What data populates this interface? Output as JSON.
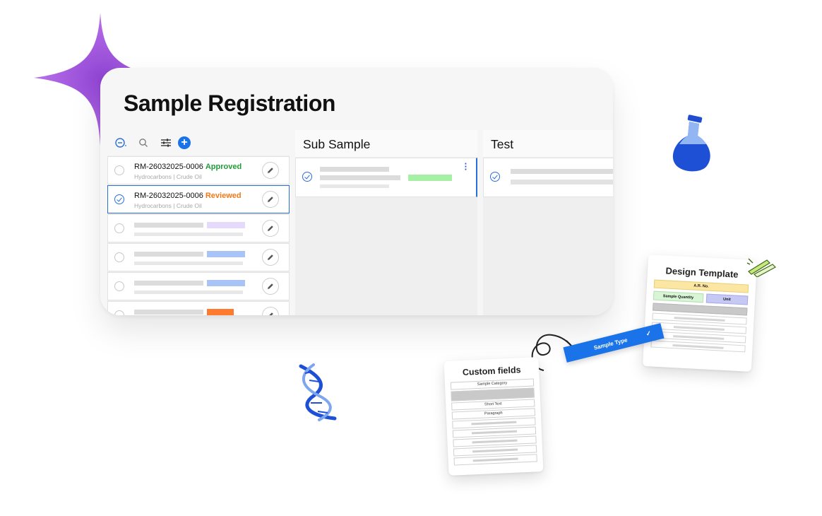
{
  "page": {
    "title": "Sample Registration"
  },
  "toolbar": {
    "icons": [
      "collapse-icon",
      "search-icon",
      "filter-icon",
      "add-icon"
    ],
    "add_label": "+"
  },
  "list": {
    "rows": [
      {
        "id": "RM-26032025-0006",
        "status": "Approved",
        "status_color": "#1e9e36",
        "sub": "Hydrocarbons | Crude Oil",
        "selected": false
      },
      {
        "id": "RM-26032025-0006",
        "status": "Reviewed",
        "status_color": "#f07a1a",
        "sub": "Hydrocarbons | Crude Oil",
        "selected": true
      }
    ],
    "placeholder_tag_colors": [
      "#e6dafc",
      "#a8c3f5",
      "#a8c3f5",
      "#ff7a2f"
    ]
  },
  "columns": {
    "sub_sample": {
      "title": "Sub Sample",
      "tag_color": "#a5f0a5"
    },
    "test": {
      "title": "Test"
    }
  },
  "custom_fields": {
    "title": "Custom fields",
    "rows": [
      "Sample Category",
      "",
      "Short Text",
      "Paragraph"
    ]
  },
  "design_template": {
    "title": "Design Template",
    "ar_no": "A.R. No.",
    "sample_quantity": "Sample Quantity",
    "unit": "Unit"
  },
  "sample_type": {
    "label": "Sample Type",
    "check": "✓"
  },
  "colors": {
    "accent": "#1a73e8",
    "selected_border": "#2a6fd6",
    "sparkle": "#a24fe0"
  },
  "decor": {
    "icons": [
      "sparkle-icon",
      "flask-icon",
      "dna-icon",
      "pencils-icon"
    ]
  }
}
